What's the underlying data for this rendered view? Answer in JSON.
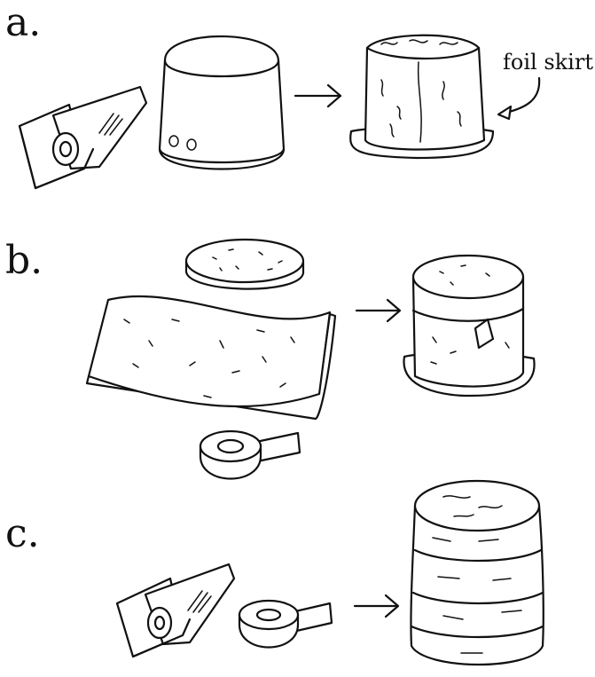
{
  "steps": [
    {
      "label": "a."
    },
    {
      "label": "b."
    },
    {
      "label": "c."
    }
  ],
  "callout": {
    "text": "foil skirt"
  },
  "icons": [
    "foil-roll-box",
    "bucket",
    "foil-wrapped-bucket",
    "foam-disc",
    "foam-sheet",
    "tape-roll",
    "foam-cylinder",
    "arrow-right"
  ]
}
